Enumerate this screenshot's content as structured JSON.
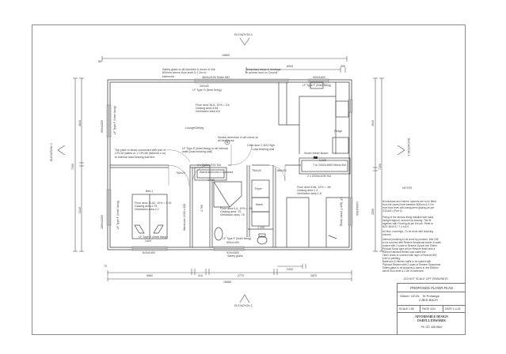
{
  "sheet": {
    "do_not_scale": "DO NOT SCALE OFF DRAWINGS"
  },
  "elevations": {
    "top": "ELEVATION 4",
    "bottom": "ELEVATION 2",
    "left": "ELEVATION 3",
    "right": "ELEVATION 1"
  },
  "dimensions": {
    "top_overall": "15665",
    "top_sub_1": "6900",
    "top_sub_2": "300",
    "top_edge_left": "85",
    "bottom_overall": "15665",
    "bottom_segments": [
      "70",
      "5860",
      "90",
      "910",
      "90",
      "2770",
      "90",
      "2400",
      "90",
      "2870",
      "90"
    ],
    "bottom_sub_right": "2400",
    "left_overall": "7200",
    "left_sub_1": "3810",
    "left_sub_2": "3310",
    "left_edges": [
      "90",
      "90",
      "90"
    ],
    "right_overall": "7200",
    "right_sub_1": "4010",
    "right_sub_2": "2800",
    "right_edges": [
      "90",
      "90"
    ]
  },
  "annotations": {
    "safety_glass_top": "Safety glass to all windows & doors in line 800mm above floor level & 2.2m to bathroom",
    "slider_top": "3600x2100 Slider WD",
    "window_top_label": "3x1x40",
    "lintel_top": "LF Type H (lintel fixing)",
    "temp_steps": "Temporary steps & landings to access door to Council",
    "window_top_right": "900x1800",
    "lintel_top_right": "LF Type F (lintel fixing)",
    "lounge_stats": [
      "Floor area 36.8, 10% = 3.6",
      "Glazing area   8.84",
      "Ventilation area   8.6"
    ],
    "lounge_label": "Lounge/Dining",
    "left_window": "900x1800",
    "left_lintel": "LF Type F (lintel fixing)",
    "left_window_size": "1400",
    "smoke_detectors": "Smoke detectors in all rooms on all bedrooms",
    "top_plate_note": "Top plate to studs connected with pair of CPC50 plates or 1 CPC80 (680mm c.rs) to internal load bearing wall line",
    "lf_type_e_note": "LF Type E (lintel fixing) to all internal walls (load bearing wall)",
    "child_door": "Child door 2,300 High",
    "load_bearing_wall": "Load bearing wall",
    "smart_meter": "Smart Meter Board",
    "fridge": "Fridge",
    "wardrobe_1_top": "2 x 2000x2100 Sld",
    "wardrobe_1_label": "Wardrobe/Linen Cupboard",
    "wardrobe_1_size": "1.730",
    "wardrobe_2_top": "1.930",
    "wardrobe_2_label": "T or 2000x1800 Mirror/Sld",
    "wardrobe_2_size": "2 x 2000x2100 Sld",
    "bed1_label": "Bed 1",
    "bed1_stats": [
      "Floor area 11.62, 10% = 1.16",
      "Glazing area   2.75",
      "Ventilation area   2.2"
    ],
    "bed1_lintel": "LF Type E (lintel fixing)",
    "bed1_window": "1400",
    "bed1_window_size": "810x1400",
    "bed1_side_window": "1800x1800",
    "bed1_side_lintel": "LF Type F (lintel fixing)",
    "bed1_side_note": "Safety glass 1800x1200 for 12 / 100",
    "bath_stats": [
      "Floor area 6.5, 10% = .65",
      "Glazing area   .75",
      "Ventilation area   .75"
    ],
    "bath_lintel": "LF Type F (lintel fixing)",
    "bath_window": "600x1400",
    "bath_window_size": "910x1800",
    "bath_safety": "Safety glass",
    "hall_wardrobe": "Wardrobe 2400 x 600",
    "hall_width": "1.700",
    "bed2_stats": [
      "Floor area 8.86, 10% = .89",
      "Glazing area   1.3",
      "Ventilation area   1.5"
    ],
    "bed2_lintel": "LF Type F (lintel fixing)",
    "bed2_window": "1400x1800",
    "dryer": "Dryer",
    "washer": "Wash",
    "wc_dim": "1.100",
    "door_labels": [
      "760x20",
      "760x20",
      "860x20"
    ]
  },
  "notes": {
    "heading": "NOTES",
    "paragraphs": [
      "All windows and frames' openers are to be fitted from the lowest level between 800mm & 2.2m from floor level with transparent glazing as per G13/AS1 (Part 3).",
      "Fixing of the window lining installed with walls straight aligned, secured by bracing. Ties fit together with Flooring as per the job. Refer to NZS 3604 8.7.7.4 b.8.4.",
      "Air flow: coverings - To be done with reducing corners.",
      "Internal plumbing to be done by plumber. Wet GIB to be covered with Resene Broadcoat sealer & walls coated with 2 coats of Resene Zylone low Sheen. Product Scrub type will be Resene finish with a 100mm radiused flexed coat outlet line.",
      "Other areas to covered with layer of Resene 850 prior to painting.",
      "Bathroom & Kitchen walls to be sealed with Plywood Resene with 2 coats of Resene Spacecoat.",
      "Safety glass to all windows & doors in line 800mm above floor level & 2.2m in bathroom."
    ]
  },
  "title_block": {
    "title": "PROPOSED  FLOOR PLAN",
    "owner_label": "Owner:",
    "owner_name": "UCOL",
    "location": "Te Puhanga",
    "project": "2  BED BACH",
    "scale": "SCALE 1:55",
    "page": "PAGE 4/24",
    "date": "DATE 1-4-24",
    "company_line1": "AFFORDABLE DESIGN",
    "company_line2": "DARYLL EDWARDS",
    "phone": "Ph. 027 408 5640"
  }
}
